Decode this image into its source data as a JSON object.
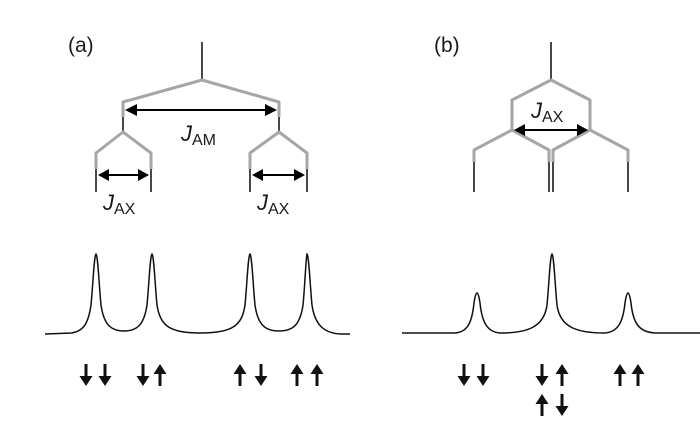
{
  "panel_a": {
    "label": "(a)",
    "coupling_large": {
      "symbol": "J",
      "subscript": "AM"
    },
    "coupling_small_left": {
      "symbol": "J",
      "subscript": "AX"
    },
    "coupling_small_right": {
      "symbol": "J",
      "subscript": "AX"
    },
    "peak_count": 4,
    "relative_peak_heights": [
      1,
      1,
      1,
      1
    ],
    "spin_states": [
      "down-down",
      "down-up",
      "up-down",
      "up-up"
    ]
  },
  "panel_b": {
    "label": "(b)",
    "coupling": {
      "symbol": "J",
      "subscript": "AX"
    },
    "peak_count": 3,
    "relative_peak_heights": [
      1,
      2,
      1
    ],
    "spin_states": [
      [
        "down-down"
      ],
      [
        "down-up",
        "up-down"
      ],
      [
        "up-up"
      ]
    ]
  },
  "colors": {
    "tree_lines": "#a6a6a6",
    "arrows_and_text": "#000000",
    "background": "#ffffff"
  }
}
